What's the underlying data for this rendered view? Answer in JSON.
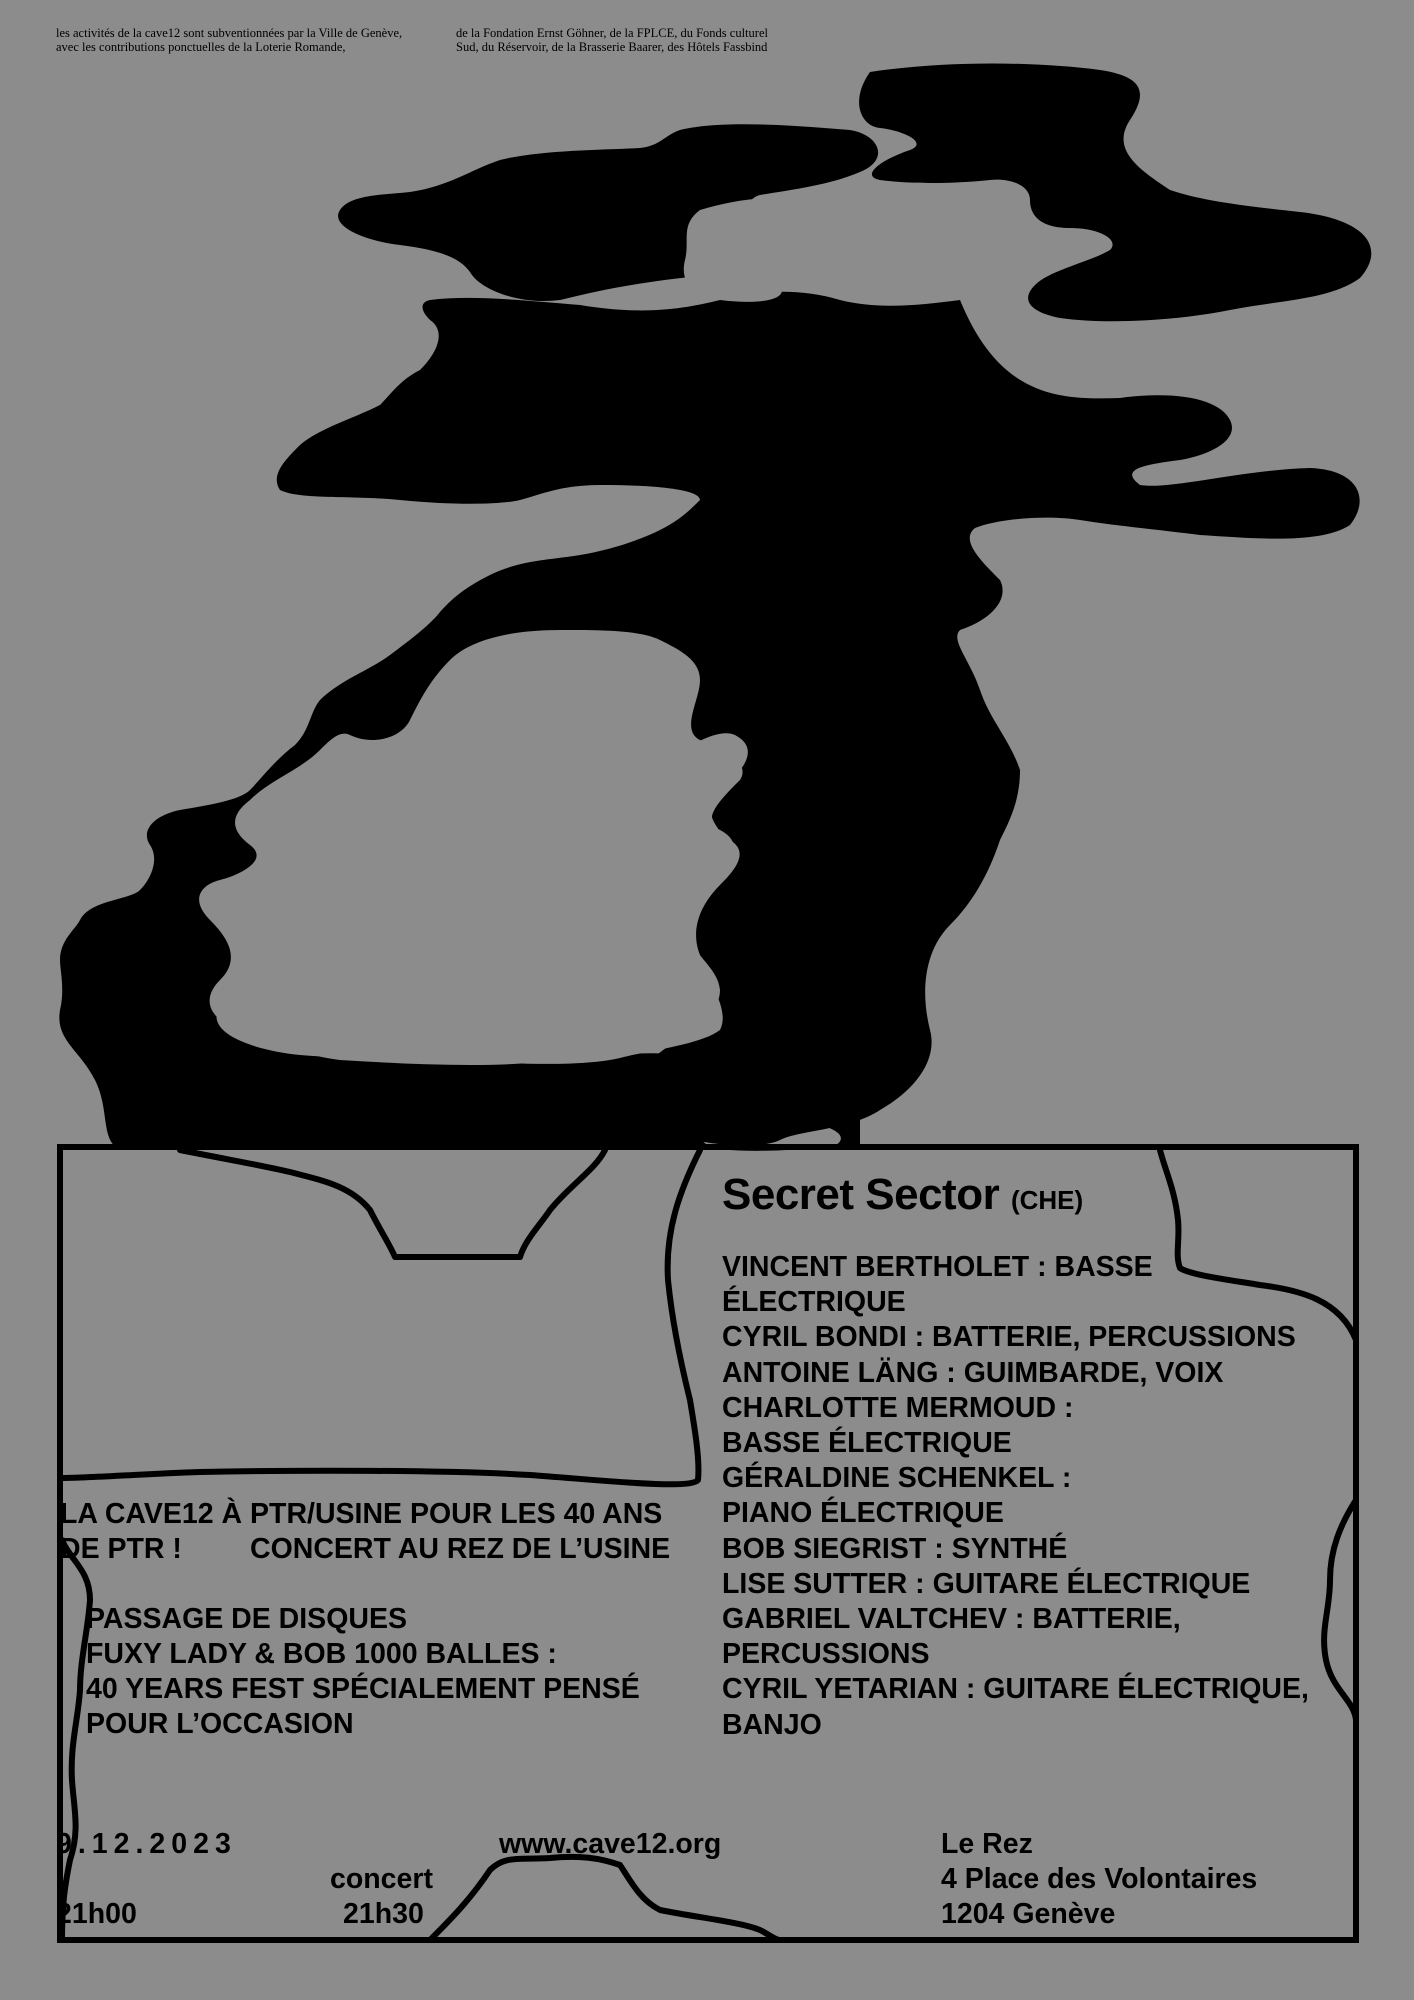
{
  "sponsors": {
    "left_line_1": "les activités de la cave12 sont subventionnées par la Ville de Genève,",
    "left_line_2": "avec les contributions ponctuelles de la Loterie Romande,",
    "right_line_1": "de la Fondation Ernst Göhner, de la FPLCE, du Fonds culturel",
    "right_line_2": "Sud, du Réservoir, de la Brasserie Baarer, des Hôtels Fassbind"
  },
  "band": {
    "name": "Secret Sector",
    "origin": "(CHE)"
  },
  "lineup_lines": [
    "VINCENT BERTHOLET : BASSE",
    "ÉLECTRIQUE",
    "CYRIL BONDI : BATTERIE, PERCUSSIONS",
    "ANTOINE LÄNG : GUIMBARDE, VOIX",
    "CHARLOTTE MERMOUD :",
    "BASSE ÉLECTRIQUE",
    "GÉRALDINE SCHENKEL :",
    "PIANO ÉLECTRIQUE",
    "BOB SIEGRIST : SYNTHÉ",
    "LISE SUTTER : GUITARE ÉLECTRIQUE",
    "GABRIEL VALTCHEV : BATTERIE,",
    "PERCUSSIONS",
    "CYRIL YETARIAN : GUITARE ÉLECTRIQUE,",
    "BANJO"
  ],
  "event": {
    "line_1": "LA CAVE12 À PTR/USINE POUR LES 40 ANS",
    "line_2a": "DE PTR !",
    "line_2b": "CONCERT AU REZ DE L’USINE",
    "line_3": "PASSAGE DE DISQUES",
    "line_4": "FUXY LADY & BOB 1000 BALLES :",
    "line_5": "40 YEARS FEST SPÉCIALEMENT PENSÉ",
    "line_6": "POUR L’OCCASION"
  },
  "footer": {
    "date": "9.12.2023",
    "doors_time": "21h00",
    "concert_label": "concert",
    "concert_time": "21h30",
    "website": "www.cave12.org",
    "venue_name": "Le Rez",
    "venue_address": "4 Place des Volontaires",
    "venue_city": "1204 Genève"
  },
  "colors": {
    "background": "#8c8c8c",
    "ink": "#000000"
  }
}
